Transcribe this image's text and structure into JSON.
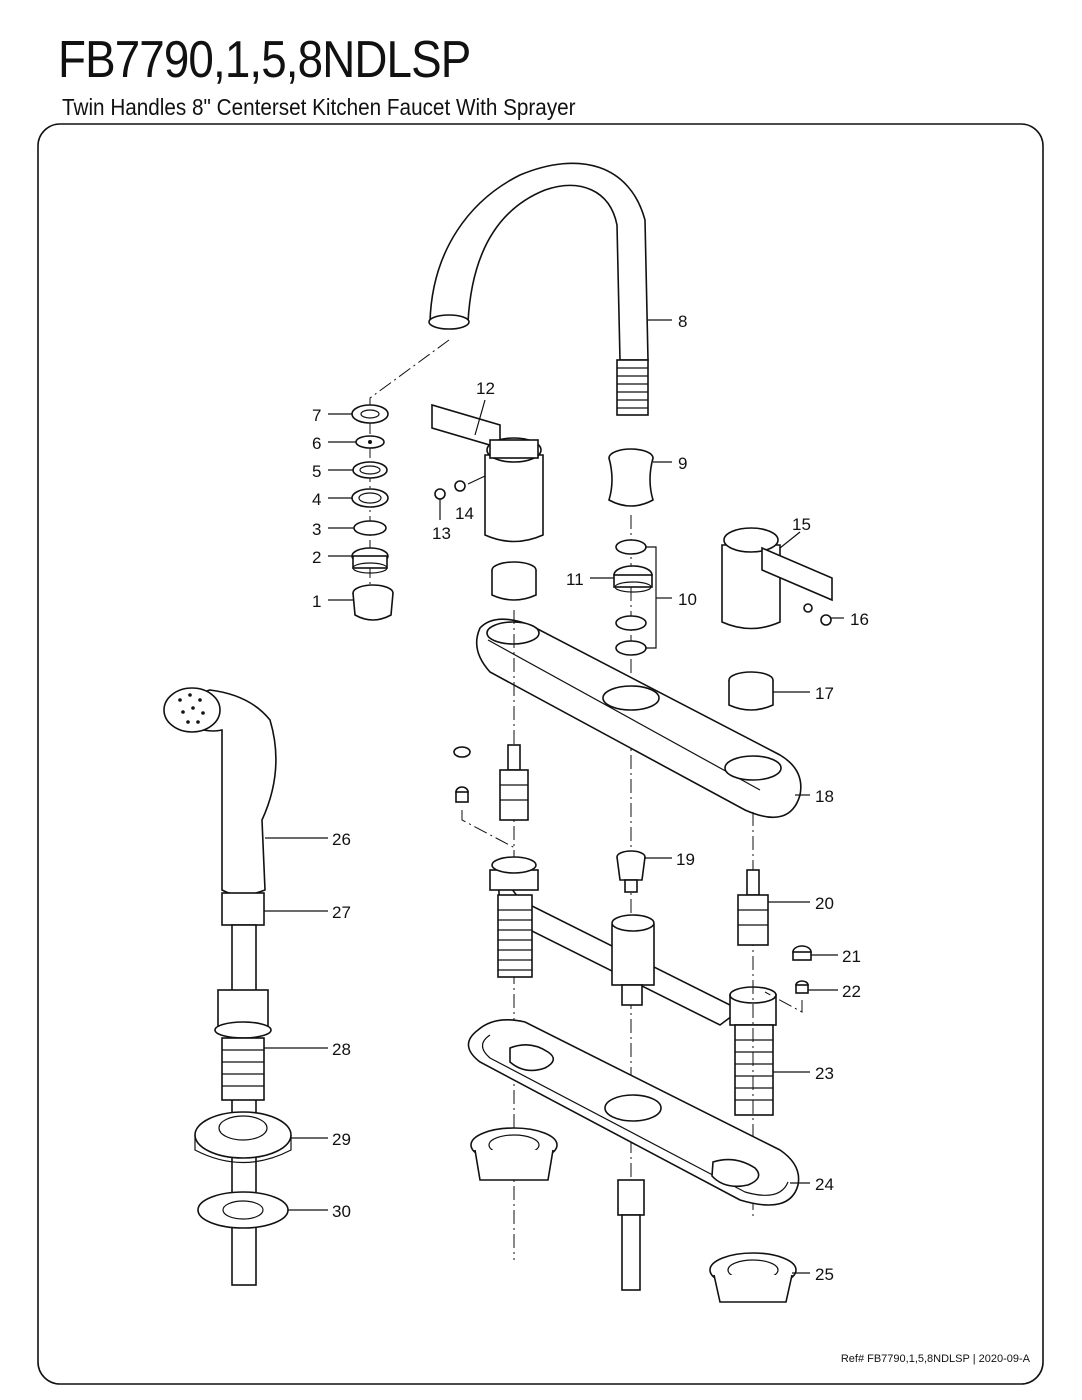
{
  "header": {
    "title": "FB7790,1,5,8NDLSP",
    "subtitle": "Twin Handles 8\" Centerset Kitchen Faucet With Sprayer"
  },
  "callouts": [
    "1",
    "2",
    "3",
    "4",
    "5",
    "6",
    "7",
    "8",
    "9",
    "10",
    "11",
    "12",
    "13",
    "14",
    "15",
    "16",
    "17",
    "18",
    "19",
    "20",
    "21",
    "22",
    "23",
    "24",
    "25",
    "26",
    "27",
    "28",
    "29",
    "30"
  ],
  "footer": {
    "reference": "Ref# FB7790,1,5,8NDLSP | 2020-09-A"
  }
}
